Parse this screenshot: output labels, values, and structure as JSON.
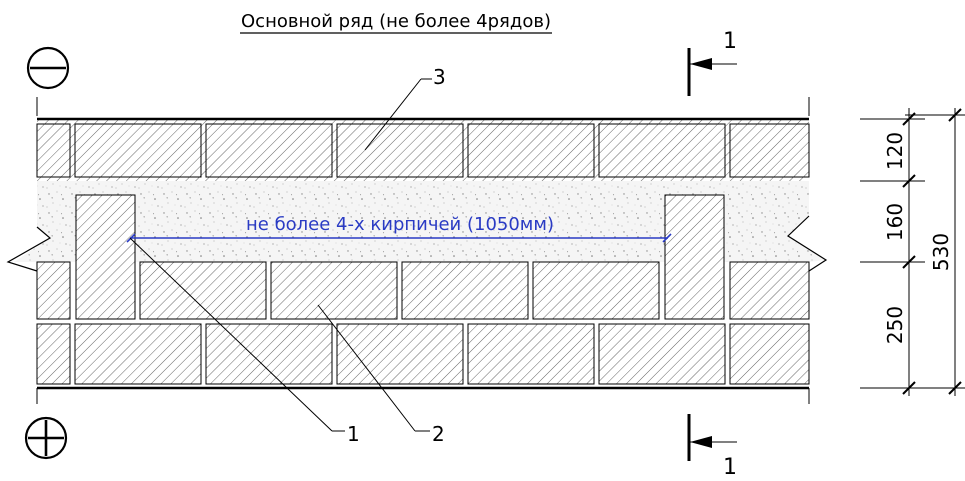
{
  "title": "Основной ряд (не более 4рядов)",
  "annotation": "не более 4-х кирпичей (1050мм)",
  "callouts": {
    "c1": "1",
    "c2": "2",
    "c3": "3"
  },
  "section_marks": {
    "top": "1",
    "bottom": "1"
  },
  "dimensions": {
    "d1": "120",
    "d2": "160",
    "d3": "250",
    "total": "530"
  },
  "signs": {
    "minus": "−",
    "plus": "+"
  },
  "colors": {
    "line": "#000000",
    "annotation": "#2a3bc4",
    "concrete": "#f4f4f4"
  }
}
